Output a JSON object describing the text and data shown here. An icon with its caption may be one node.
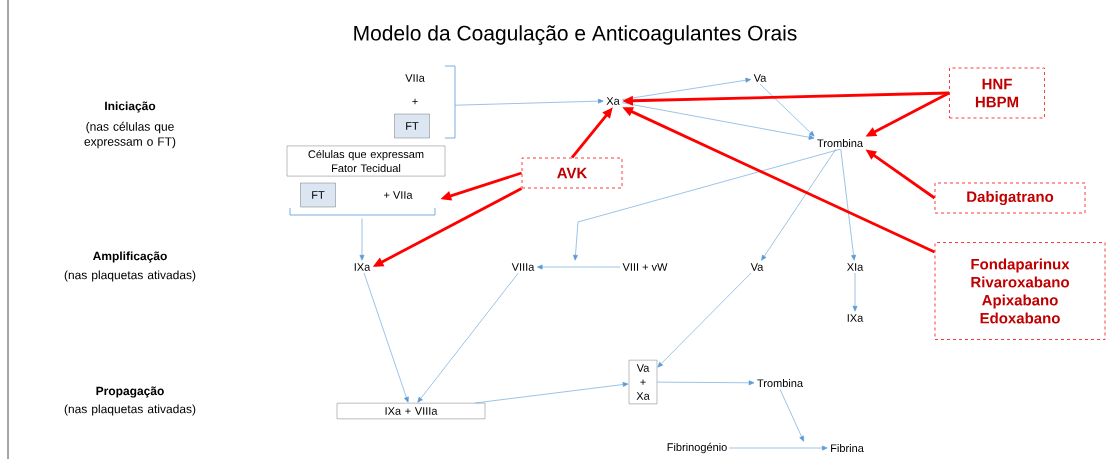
{
  "diagram": {
    "title": "Modelo da Coagulação e Anticoagulantes Orais",
    "nodes": [
      {
        "text": [
          "VIIa",
          "+"
        ]
      },
      {
        "text": [
          "FT"
        ],
        "in": 0
      },
      {
        "text": [
          "Células que expressam Fator Tecidual"
        ]
      },
      {
        "text": [
          "+ VIIa"
        ]
      },
      {
        "text": [
          "FT"
        ],
        "in": 3
      },
      {
        "text": [
          "Xa"
        ]
      },
      {
        "text": [
          "Va"
        ]
      },
      {
        "text": [
          "Trombina"
        ]
      },
      {
        "text": [
          "IXa"
        ]
      },
      {
        "text": [
          "VIIIa"
        ]
      },
      {
        "text": [
          "VIII + vW"
        ]
      },
      {
        "text": [
          "Va"
        ]
      },
      {
        "text": [
          "XIa"
        ]
      },
      {
        "text": [
          "IXa"
        ]
      },
      {
        "text": [
          "IXa + VIIIa"
        ]
      },
      {
        "text": [
          "Va + Xa"
        ]
      },
      {
        "text": [
          "Trombina"
        ]
      },
      {
        "text": [
          "Fibrinogénio"
        ]
      },
      {
        "text": [
          "Fibrina"
        ]
      },
      {
        "text": [
          "HNF HBPM"
        ]
      },
      {
        "text": [
          "AVK"
        ]
      },
      {
        "text": [
          "Dabigatrano"
        ]
      },
      {
        "text": [
          "Fondaparinux Rivaroxabano Apixabano Edoxabano"
        ]
      }
    ],
    "edges": [
      {
        "from": 0,
        "to": 5,
        "arrow": "to"
      },
      {
        "from": 5,
        "to": 6,
        "arrow": "to"
      },
      {
        "from": 5,
        "to": 7,
        "arrow": "to"
      },
      {
        "from": 6,
        "to": 7,
        "arrow": "to"
      },
      {
        "from": 3,
        "to": 8,
        "arrow": "to"
      },
      {
        "from": 7,
        "to": 9,
        "arrow": "to"
      },
      {
        "from": 10,
        "to": 9,
        "arrow": "to"
      },
      {
        "from": 7,
        "to": 11,
        "arrow": "to"
      },
      {
        "from": 7,
        "to": 12,
        "arrow": "to"
      },
      {
        "from": 12,
        "to": 13,
        "arrow": "to"
      },
      {
        "from": 8,
        "to": 14,
        "arrow": "to"
      },
      {
        "from": 9,
        "to": 14,
        "arrow": "to"
      },
      {
        "from": 11,
        "to": 15,
        "arrow": "to"
      },
      {
        "from": 14,
        "to": 15,
        "arrow": "to"
      },
      {
        "from": 15,
        "to": 16,
        "arrow": "to"
      },
      {
        "from": 16,
        "to": 18,
        "arrow": "to"
      },
      {
        "from": 17,
        "to": 18,
        "arrow": "to"
      },
      {
        "from": 19,
        "to": 5,
        "arrow": "to",
        "style": "thick",
        "color": "#ff0000"
      },
      {
        "from": 19,
        "to": 7,
        "arrow": "to",
        "style": "thick",
        "color": "#ff0000"
      },
      {
        "from": 20,
        "to": 5,
        "arrow": "to",
        "style": "thick",
        "color": "#ff0000"
      },
      {
        "from": 20,
        "to": 3,
        "arrow": "to",
        "style": "thick",
        "color": "#ff0000"
      },
      {
        "from": 20,
        "to": 8,
        "arrow": "to",
        "style": "thick",
        "color": "#ff0000"
      },
      {
        "from": 21,
        "to": 7,
        "arrow": "to",
        "style": "thick",
        "color": "#ff0000"
      },
      {
        "from": 22,
        "to": 5,
        "arrow": "to",
        "style": "thick",
        "color": "#ff0000"
      }
    ],
    "labels": [
      "Iniciação",
      "(nas células que expressam o FT)",
      "Amplificação",
      "(nas plaquetas ativadas)",
      "Propagação",
      "(nas plaquetas ativadas)"
    ]
  }
}
